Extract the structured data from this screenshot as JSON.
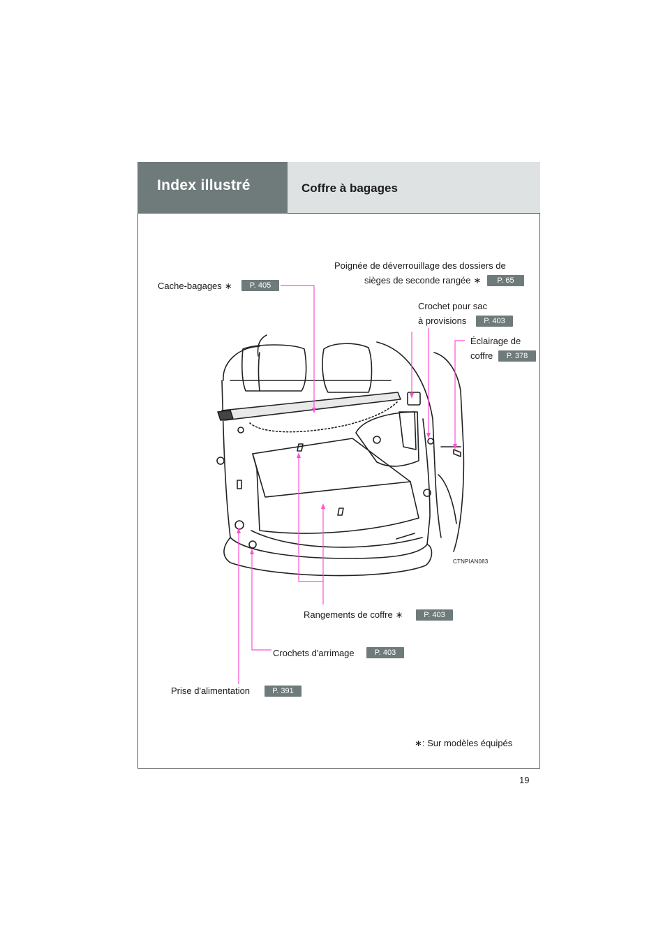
{
  "header": {
    "section": "Index illustré",
    "title": "Coffre à bagages"
  },
  "callouts": {
    "cache": {
      "label": "Cache-bagages",
      "star": "∗",
      "page": "P. 405"
    },
    "poignee": {
      "line1": "Poignée de déverrouillage des dossiers de",
      "line2": "sièges de seconde rangée",
      "star": "∗",
      "page": "P. 65"
    },
    "crochet_sac": {
      "line1": "Crochet pour sac",
      "line2": "à provisions",
      "page": "P. 403"
    },
    "eclairage": {
      "line1": "Éclairage de",
      "line2": "coffre",
      "page": "P. 378"
    },
    "rangements": {
      "label": "Rangements de coffre",
      "star": "∗",
      "page": "P. 403"
    },
    "crochets_arrimage": {
      "label": "Crochets d'arrimage",
      "page": "P. 403"
    },
    "prise": {
      "label": "Prise d'alimentation",
      "page": "P. 391"
    }
  },
  "image_code": "CTNPIAN083",
  "footnote": {
    "star": "∗",
    "text": ": Sur modèles équipés"
  },
  "page_number": "19",
  "colors": {
    "header_dark": "#6f7b7b",
    "header_light": "#dfe2e3",
    "leader": "#ff4fd8",
    "badge": "#6f7b7b"
  }
}
